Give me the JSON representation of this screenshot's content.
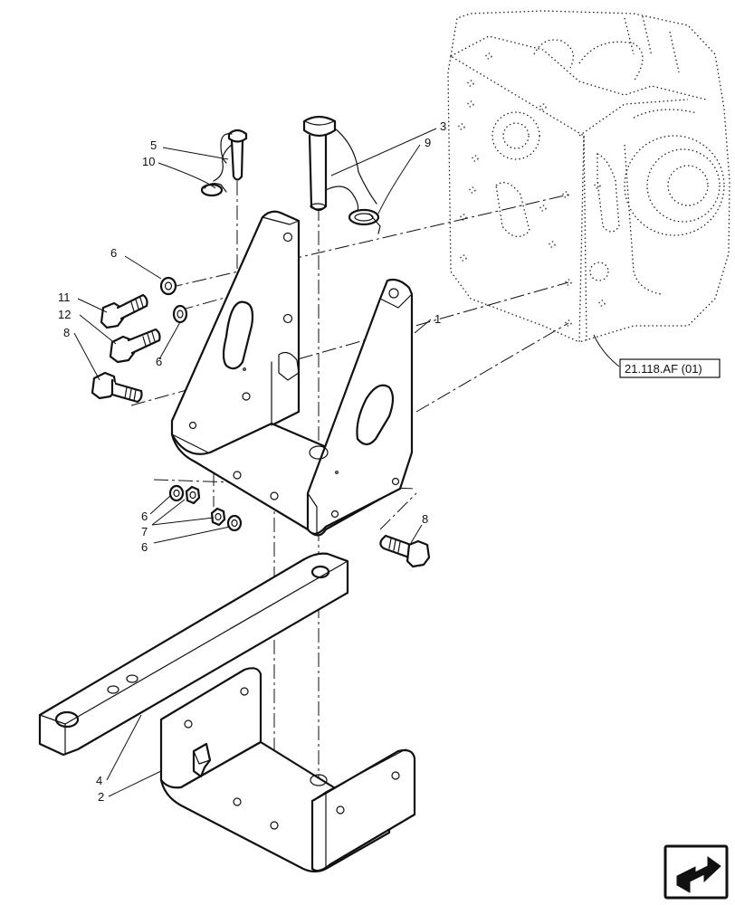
{
  "callouts": {
    "c1": "1",
    "c2": "2",
    "c3": "3",
    "c4": "4",
    "c5": "5",
    "c6a": "6",
    "c6b": "6",
    "c6c": "6",
    "c6d": "6",
    "c7": "7",
    "c8a": "8",
    "c8b": "8",
    "c9": "9",
    "c10": "10",
    "c11": "11",
    "c12": "12"
  },
  "reference_label": "21.118.AF (01)",
  "nav_icon": "next-page-arrow-icon"
}
